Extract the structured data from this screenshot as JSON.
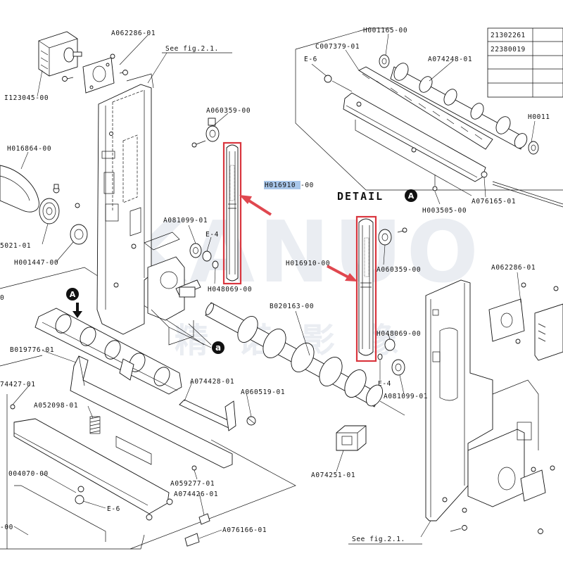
{
  "watermark": {
    "text": "KANUO",
    "cn": [
      "精",
      "诺",
      "影",
      "像"
    ]
  },
  "detail": {
    "title": "DETAIL",
    "marker": "A",
    "sub_marker": "a"
  },
  "table": {
    "rows": [
      "21302261",
      "22380019",
      "",
      "",
      ""
    ]
  },
  "labels": {
    "a062286_top": "A062286-01",
    "see_top": "See fig.2.1.",
    "i123045": "I123045-00",
    "h016864": "H016864-00",
    "a060359_top": "A060359-00",
    "h016910_top": "H016910",
    "h016910_top_suffix": "-00",
    "a081099_top": "A081099-01",
    "e4_top": "E-4",
    "h048069_top": "H048069-00",
    "g5021": "5021-01",
    "h001447": "H001447-00",
    "b019776": "B019776-01",
    "a074427": "74427-01",
    "a052098": "A052098-01",
    "a074428": "A074428-01",
    "a060519": "A060519-01",
    "a059277": "A059277-01",
    "g004070": "004070-00",
    "e6_bot": "E-6",
    "a074426": "A074426-01",
    "g00_bot": "-00",
    "a076166": "A076166-01",
    "b020163": "B020163-00",
    "h016910_mid": "H016910-00",
    "a060359_mid": "A060359-00",
    "h048069_mid": "H048069-00",
    "e4_mid": "E-4",
    "a081099_mid": "A081099-01",
    "a074251": "A074251-01",
    "a062286_mid": "A062286-01",
    "see_bot": "See fig.2.1.",
    "h001165": "H001165-00",
    "c007379": "C007379-01",
    "e6_top": "E-6",
    "a074248": "A074248-01",
    "h0011": "H0011",
    "h003505": "H003505-00",
    "a076165": "A076165-01",
    "num_0": "0"
  },
  "colors": {
    "highlight_box": "#d9363e",
    "arrow": "#e0474f",
    "label_highlight": "#a9c7ea",
    "ink": "#111111"
  }
}
